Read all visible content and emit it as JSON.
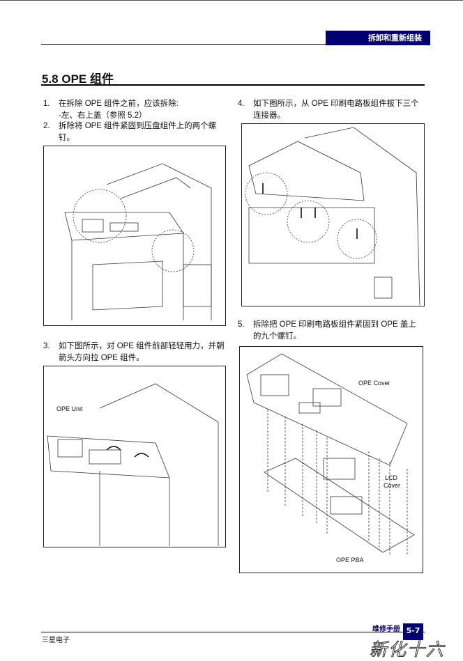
{
  "header": {
    "section": "拆卸和重新组装"
  },
  "title": "5.8 OPE 组件",
  "steps": [
    {
      "num": "1.",
      "lines": [
        "在拆除 OPE 组件之前，应该拆除:",
        "-左、右上盖（参照 5.2）"
      ]
    },
    {
      "num": "2.",
      "lines": [
        "拆除将  OPE  组件紧固到压盘组件上的两个螺",
        "钉。"
      ]
    },
    {
      "num": "3.",
      "lines": [
        "如下图所示，对 OPE 组件前部轻轻用力，并朝",
        "箭头方向拉 OPE 组件。"
      ]
    },
    {
      "num": "4.",
      "lines": [
        "如下图所示，从 OPE 印刷电路板组件拔下三个",
        "连接器。"
      ]
    },
    {
      "num": "5.",
      "lines": [
        "拆除把 OPE 印刷电路板组件紧固到 OPE 盖上",
        "的九个螺钉。"
      ]
    }
  ],
  "figures": {
    "fig3_label": "OPE Unit",
    "fig5_labels": {
      "cover": "OPE Cover",
      "lcd1": "LCD",
      "lcd2": "Cover",
      "pba": "OPE PBA"
    }
  },
  "footer": {
    "company": "三星电子",
    "manual": "维修手册",
    "page": "5-7",
    "watermark": "新化十六胞"
  }
}
